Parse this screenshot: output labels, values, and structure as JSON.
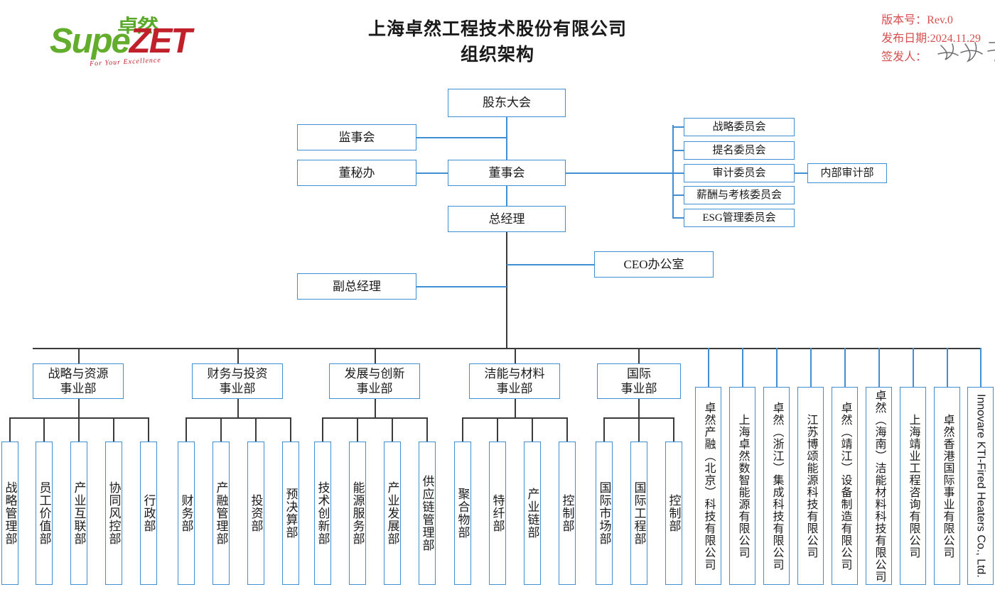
{
  "logo": {
    "cn_mark": "卓然",
    "word_part1": "Supe",
    "word_part2": "ZET",
    "tagline": "For Your Excellence"
  },
  "title": {
    "line1": "上海卓然工程技术股份有限公司",
    "line2": "组织架构"
  },
  "meta": {
    "version_label": "版本号：",
    "version_value": "Rev.0",
    "date_label": "发布日期:",
    "date_value": "2024.11.29",
    "issuer_label": "签发人：",
    "signature": "handwritten-signature"
  },
  "colors": {
    "box_border": "#3f8fd2",
    "connector": "#3a3a3a",
    "meta_text": "#d4504e",
    "logo_green": "#62ad2c",
    "logo_red": "#c0202a"
  },
  "governance": {
    "shareholders_meeting": "股东大会",
    "supervisory_board": "监事会",
    "board_secretary_office": "董秘办",
    "board_of_directors": "董事会",
    "general_manager": "总经理",
    "deputy_general_manager": "副总经理",
    "ceo_office": "CEO办公室",
    "internal_audit_dept": "内部审计部"
  },
  "committees": [
    "战略委员会",
    "提名委员会",
    "审计委员会",
    "薪酬与考核委员会",
    "ESG管理委员会"
  ],
  "divisions": [
    {
      "name_line1": "战略与资源",
      "name_line2": "事业部",
      "departments": [
        "战略管理部",
        "员工价值部",
        "产业互联部",
        "协同风控部",
        "行政部"
      ]
    },
    {
      "name_line1": "财务与投资",
      "name_line2": "事业部",
      "departments": [
        "财务部",
        "产融管理部",
        "投资部",
        "预决算部"
      ]
    },
    {
      "name_line1": "发展与创新",
      "name_line2": "事业部",
      "departments": [
        "技术创新部",
        "能源服务部",
        "产业发展部",
        "供应链管理部"
      ]
    },
    {
      "name_line1": "洁能与材料",
      "name_line2": "事业部",
      "departments": [
        "聚合物部",
        "特纤部",
        "产业链部",
        "控制部"
      ]
    },
    {
      "name_line1": "国际",
      "name_line2": "事业部",
      "departments": [
        "国际市场部",
        "国际工程部",
        "控制部"
      ]
    }
  ],
  "subsidiaries": [
    "卓然产融（北京）科技有限公司",
    "上海卓然数智能源有限公司",
    "卓然（浙江）集成科技有限公司",
    "江苏博颂能源科技有限公司",
    "卓然（靖江）设备制造有限公司",
    "卓然（海南）洁能材料科技有限公司",
    "上海靖业工程咨询有限公司",
    "卓然香港国际事业有限公司",
    "Innovare KTI-Fired Heaters Co., Ltd."
  ]
}
